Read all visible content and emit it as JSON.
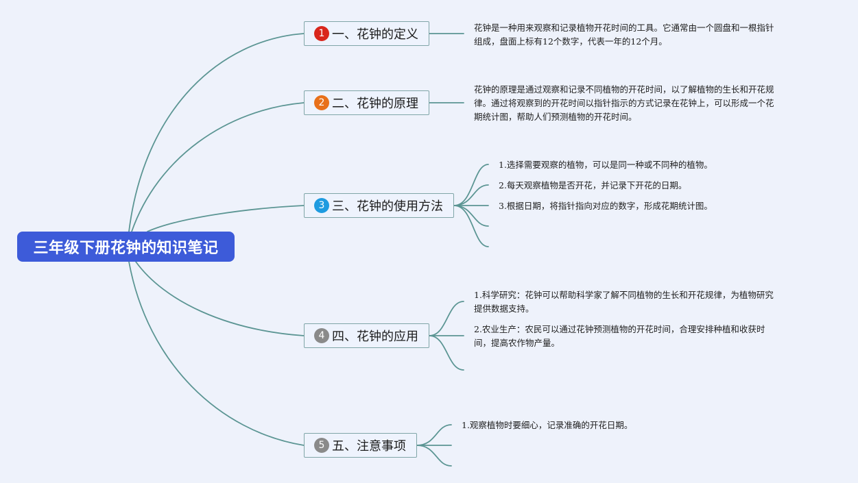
{
  "root": {
    "title": "三年级下册花钟的知识笔记"
  },
  "colors": {
    "root_bg": "#3d5bd9",
    "link": "#5b9593",
    "badge_1": "#d9261c",
    "badge_2": "#e8701a",
    "badge_3": "#1e9be0",
    "badge_4": "#8a8a8a",
    "badge_5": "#8a8a8a"
  },
  "branches": [
    {
      "num": "1",
      "label": "一、花钟的定义",
      "details": [
        [
          "花钟是一种用来观察和记录植物开花时间的工具。它通常由一个圆盘和一根指针",
          "组成，盘面上标有12个数字，代表一年的12个月。"
        ]
      ]
    },
    {
      "num": "2",
      "label": "二、花钟的原理",
      "details": [
        [
          "花钟的原理是通过观察和记录不同植物的开花时间，以了解植物的生长和开花规",
          "律。通过将观察到的开花时间以指针指示的方式记录在花钟上，可以形成一个花",
          "期统计图，帮助人们预测植物的开花时间。"
        ]
      ]
    },
    {
      "num": "3",
      "label": "三、花钟的使用方法",
      "details": [
        [
          "1.选择需要观察的植物，可以是同一种或不同种的植物。"
        ],
        [
          "2.每天观察植物是否开花，并记录下开花的日期。"
        ],
        [
          "3.根据日期，将指针指向对应的数字，形成花期统计图。"
        ]
      ]
    },
    {
      "num": "4",
      "label": "四、花钟的应用",
      "details": [
        [
          "1.科学研究：花钟可以帮助科学家了解不同植物的生长和开花规律，为植物研究",
          "提供数据支持。"
        ],
        [
          "2.农业生产：农民可以通过花钟预测植物的开花时间，合理安排种植和收获时",
          "间，提高农作物产量。"
        ]
      ]
    },
    {
      "num": "5",
      "label": "五、注意事项",
      "details": [
        [
          "1.观察植物时要细心，记录准确的开花日期。"
        ]
      ]
    }
  ]
}
